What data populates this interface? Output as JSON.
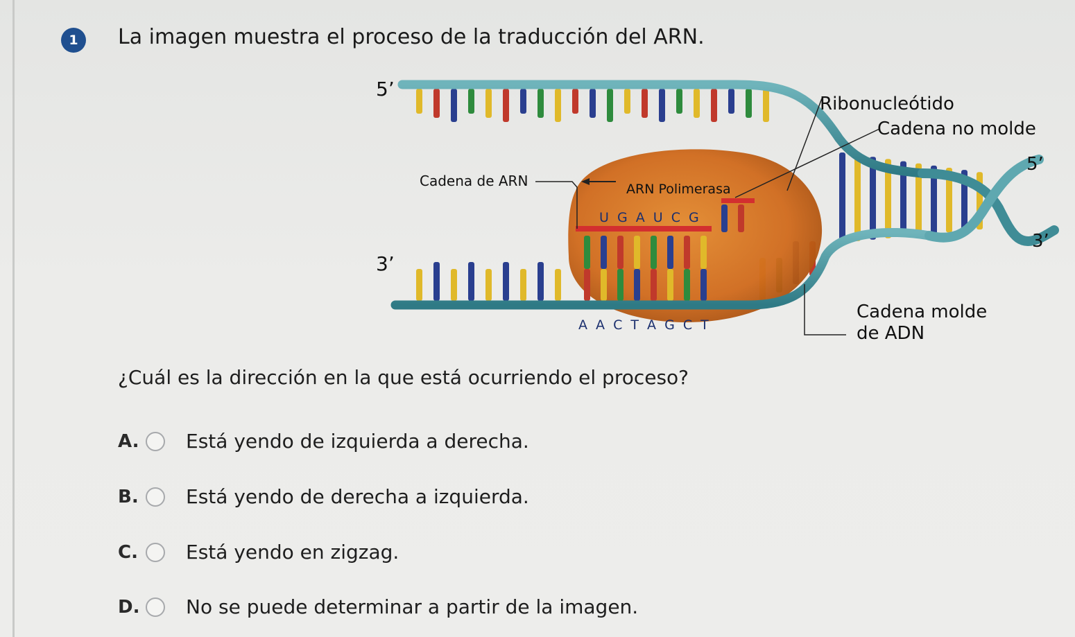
{
  "question": {
    "number": "1",
    "title": "La imagen muestra el proceso de la traducción del ARN.",
    "prompt": "¿Cuál es la dirección en la que está ocurriendo el proceso?"
  },
  "figure": {
    "label_5prime_top": "5’",
    "label_3prime_left": "3’",
    "label_5prime_right": "5’",
    "label_3prime_right": "3’",
    "ribonucleotide": "Ribonucleótido",
    "coding_strand": "Cadena no molde",
    "rna_strand": "Cadena de ARN",
    "polymerase": "ARN Polimerasa",
    "rna_bases": "U G A U C G",
    "dna_bases": "A A C T A G C T",
    "template_strand_line1": "Cadena molde",
    "template_strand_line2": "de ADN"
  },
  "options": [
    {
      "letter": "A.",
      "text": "Está yendo de izquierda a derecha."
    },
    {
      "letter": "B.",
      "text": "Está yendo de derecha a izquierda."
    },
    {
      "letter": "C.",
      "text": "Está yendo en zigzag."
    },
    {
      "letter": "D.",
      "text": "No se puede determinar a partir de la imagen."
    }
  ],
  "colors": {
    "badge": "#1f4f8f",
    "dna_backbone": "#3f8c96",
    "polymerase": "#d9731e",
    "rna_strand": "#d32f2f",
    "base_red": "#c0392b",
    "base_yellow": "#e0b92a",
    "base_green": "#2e8b3d",
    "base_blue": "#2a3f8f"
  }
}
